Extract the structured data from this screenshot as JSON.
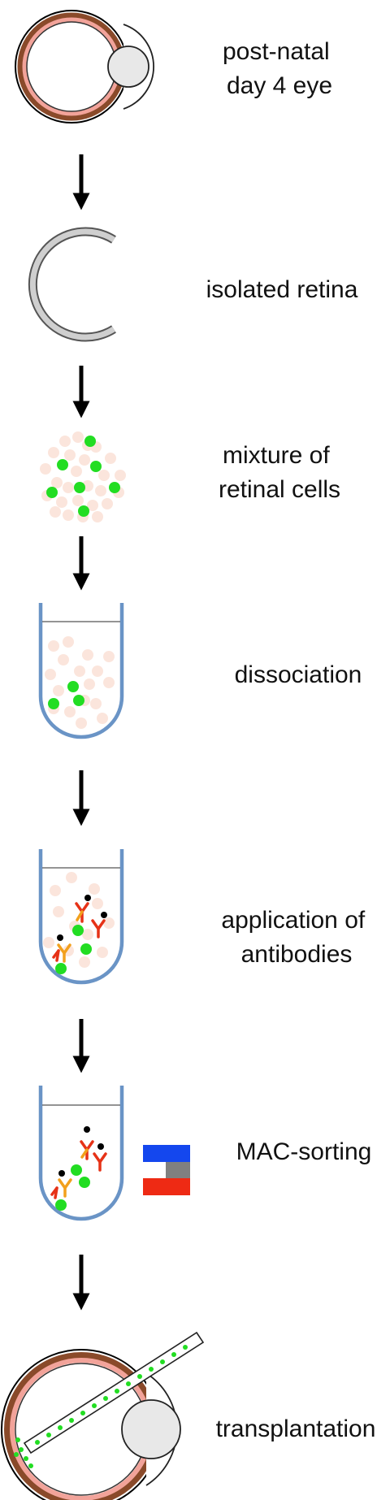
{
  "steps": [
    {
      "id": "eye",
      "label": [
        "post-natal",
        "day 4 eye"
      ]
    },
    {
      "id": "retina",
      "label": [
        "isolated retina"
      ]
    },
    {
      "id": "mixture",
      "label": [
        "mixture of",
        "retinal cells"
      ]
    },
    {
      "id": "dissociation",
      "label": [
        "dissociation"
      ]
    },
    {
      "id": "antibodies",
      "label": [
        "application of",
        "antibodies"
      ]
    },
    {
      "id": "sorting",
      "label": [
        "MAC-sorting"
      ]
    },
    {
      "id": "transplantation",
      "label": [
        "transplantation"
      ]
    }
  ],
  "colors": {
    "cell_pale": "#fbe5dc",
    "cell_green": "#22dd22",
    "tube": "#6a94c6",
    "sclera_outer": "#8a4a2a",
    "choroid": "#f2a39a",
    "retina_gray": "#c8c8c8",
    "antibody_red": "#e63217",
    "antibody_orange": "#f2a01c",
    "magnet_blue": "#1447ee",
    "magnet_gray": "#808080",
    "magnet_red": "#ee2a14",
    "arrow": "#000000"
  }
}
